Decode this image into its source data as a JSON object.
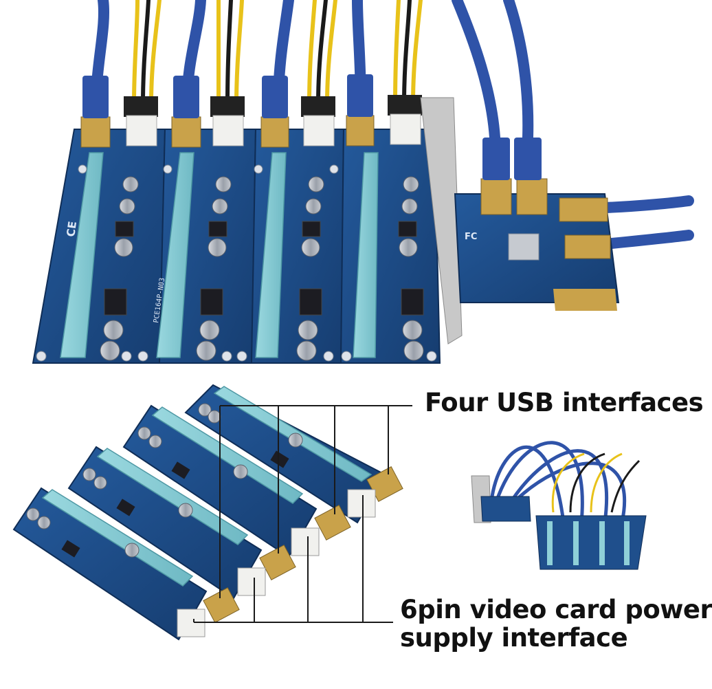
{
  "callouts": {
    "usb_interfaces": "Four USB interfaces",
    "power_line1": "6pin video card power",
    "power_line2": "supply interface"
  },
  "board_markings": {
    "model": "PCE164P-N03",
    "cert_ce": "CE",
    "cert_fc": "FC"
  },
  "colors": {
    "pcb": "#1f4f8c",
    "pcb_dark": "#173e72",
    "slot": "#8fd0d8",
    "usb_cable": "#2f53a8",
    "wire_yellow": "#e8c21a",
    "wire_black": "#1a1a1a",
    "connector_white": "#f1f1ee",
    "gold": "#c9a24a",
    "bracket": "#c8c8c8",
    "leader_line": "#1a1a1a"
  }
}
